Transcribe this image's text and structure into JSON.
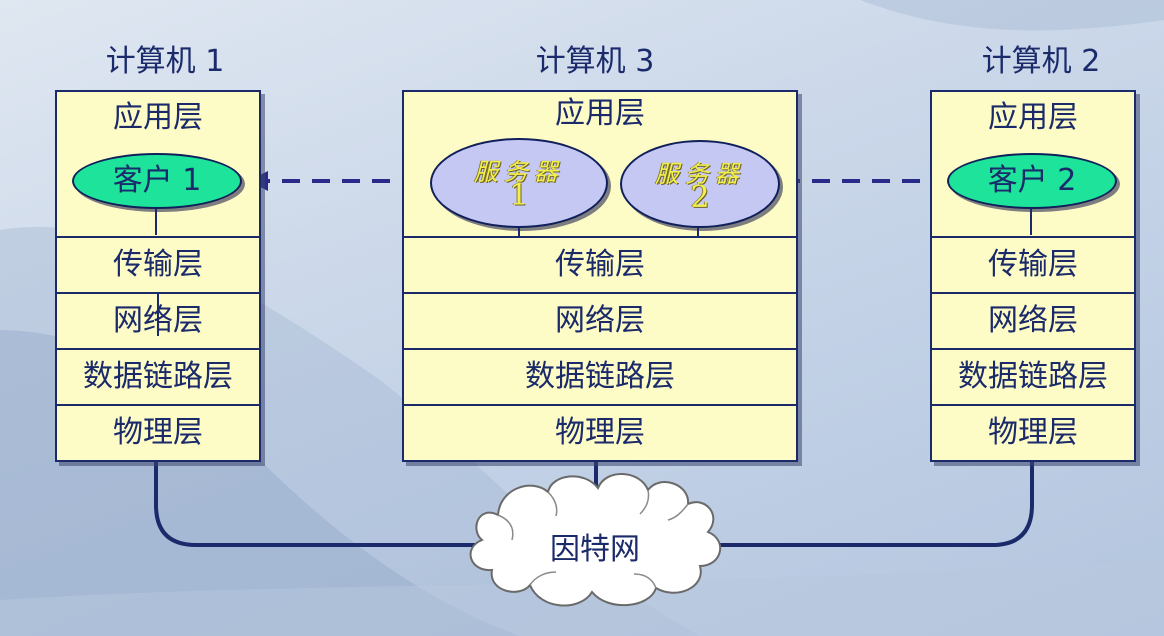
{
  "computers": [
    {
      "title": "计算机 1",
      "app_layer": "应用层",
      "process": "客户 1",
      "layers": [
        "传输层",
        "网络层",
        "数据链路层",
        "物理层"
      ]
    },
    {
      "title": "计算机 3",
      "app_layer": "应用层",
      "servers": [
        {
          "name": "服务器",
          "num": "1"
        },
        {
          "name": "服务器",
          "num": "2"
        }
      ],
      "layers": [
        "传输层",
        "网络层",
        "数据链路层",
        "物理层"
      ]
    },
    {
      "title": "计算机 2",
      "app_layer": "应用层",
      "process": "客户 2",
      "layers": [
        "传输层",
        "网络层",
        "数据链路层",
        "物理层"
      ]
    }
  ],
  "network": {
    "label": "因特网"
  },
  "colors": {
    "box_fill": "#fefcc6",
    "client_fill": "#1ee39a",
    "server_fill": "#c6c8f4",
    "server_text": "#f3ef4a",
    "line": "#1a2a6a"
  }
}
